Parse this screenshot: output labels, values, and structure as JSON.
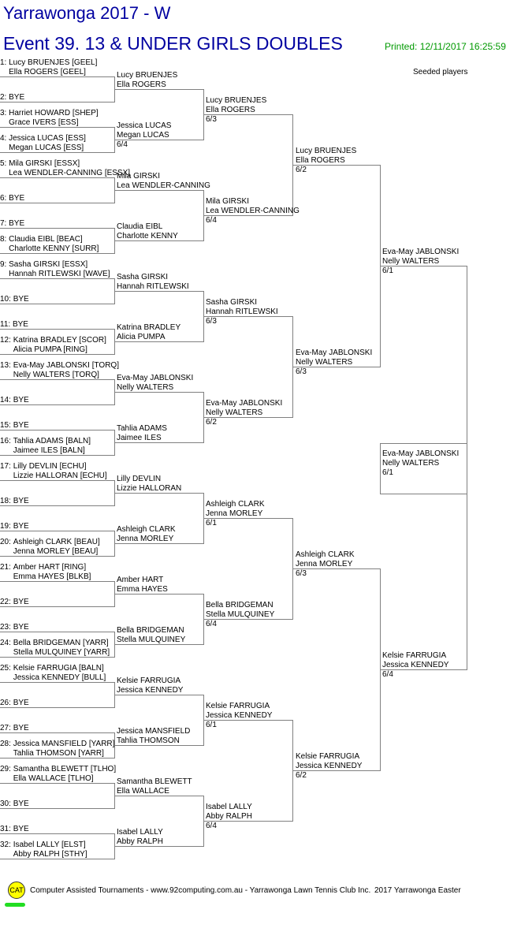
{
  "header": {
    "title": "Yarrawonga  2017 - W",
    "event": "Event 39. 13 & UNDER GIRLS DOUBLES",
    "printed": "Printed: 12/11/2017 16:25:59",
    "seeded_label": "Seeded players"
  },
  "colors": {
    "title": "#0000a0",
    "printed": "#009900",
    "lines": "#808080"
  },
  "rounds": [
    [
      {
        "num": "1: ",
        "p1": "Lucy BRUENJES [GEEL]",
        "p2": "Ella ROGERS [GEEL]"
      },
      {
        "num": "2: ",
        "p1": "BYE"
      },
      {
        "num": "3: ",
        "p1": "Harriet HOWARD [SHEP]",
        "p2": "Grace IVERS [ESS]"
      },
      {
        "num": "4: ",
        "p1": "Jessica LUCAS [ESS]",
        "p2": "Megan LUCAS [ESS]"
      },
      {
        "num": "5: ",
        "p1": "Mila GIRSKI [ESSX]",
        "p2": "Lea WENDLER-CANNING [ESSX]"
      },
      {
        "num": "6: ",
        "p1": "BYE"
      },
      {
        "num": "7: ",
        "p1": "BYE"
      },
      {
        "num": "8: ",
        "p1": "Claudia EIBL [BEAC]",
        "p2": "Charlotte KENNY [SURR]"
      },
      {
        "num": "9: ",
        "p1": "Sasha GIRSKI [ESSX]",
        "p2": "Hannah RITLEWSKI [WAVE]"
      },
      {
        "num": "10: ",
        "p1": "BYE"
      },
      {
        "num": "11: ",
        "p1": "BYE"
      },
      {
        "num": "12: ",
        "p1": "Katrina BRADLEY [SCOR]",
        "p2": "Alicia PUMPA [RING]"
      },
      {
        "num": "13: ",
        "p1": "Eva-May JABLONSKI [TORQ]",
        "p2": "Nelly WALTERS [TORQ]"
      },
      {
        "num": "14: ",
        "p1": "BYE"
      },
      {
        "num": "15: ",
        "p1": "BYE"
      },
      {
        "num": "16: ",
        "p1": "Tahlia ADAMS [BALN]",
        "p2": "Jaimee ILES [BALN]"
      },
      {
        "num": "17: ",
        "p1": "Lilly DEVLIN [ECHU]",
        "p2": "Lizzie HALLORAN [ECHU]"
      },
      {
        "num": "18: ",
        "p1": "BYE"
      },
      {
        "num": "19: ",
        "p1": "BYE"
      },
      {
        "num": "20: ",
        "p1": "Ashleigh CLARK [BEAU]",
        "p2": "Jenna MORLEY [BEAU]"
      },
      {
        "num": "21: ",
        "p1": "Amber HART [RING]",
        "p2": "Emma HAYES [BLKB]"
      },
      {
        "num": "22: ",
        "p1": "BYE"
      },
      {
        "num": "23: ",
        "p1": "BYE"
      },
      {
        "num": "24: ",
        "p1": "Bella BRIDGEMAN [YARR]",
        "p2": "Stella MULQUINEY [YARR]"
      },
      {
        "num": "25: ",
        "p1": "Kelsie FARRUGIA [BALN]",
        "p2": "Jessica KENNEDY [BULL]"
      },
      {
        "num": "26: ",
        "p1": "BYE"
      },
      {
        "num": "27: ",
        "p1": "BYE"
      },
      {
        "num": "28: ",
        "p1": "Jessica MANSFIELD [YARR]",
        "p2": "Tahlia THOMSON [YARR]"
      },
      {
        "num": "29: ",
        "p1": "Samantha BLEWETT [TLHO]",
        "p2": "Ella WALLACE [TLHO]"
      },
      {
        "num": "30: ",
        "p1": "BYE"
      },
      {
        "num": "31: ",
        "p1": "BYE"
      },
      {
        "num": "32: ",
        "p1": "Isabel LALLY [ELST]",
        "p2": "Abby RALPH [STHY]"
      }
    ],
    [
      {
        "p1": "Lucy BRUENJES",
        "p2": "Ella ROGERS"
      },
      {
        "p1": "Jessica LUCAS",
        "p2": "Megan LUCAS",
        "score": "6/4"
      },
      {
        "p1": "Mila GIRSKI",
        "p2": "Lea WENDLER-CANNING"
      },
      {
        "p1": "Claudia EIBL",
        "p2": "Charlotte KENNY"
      },
      {
        "p1": "Sasha GIRSKI",
        "p2": "Hannah RITLEWSKI"
      },
      {
        "p1": "Katrina BRADLEY",
        "p2": "Alicia PUMPA"
      },
      {
        "p1": "Eva-May JABLONSKI",
        "p2": "Nelly WALTERS"
      },
      {
        "p1": "Tahlia ADAMS",
        "p2": "Jaimee ILES"
      },
      {
        "p1": "Lilly DEVLIN",
        "p2": "Lizzie HALLORAN"
      },
      {
        "p1": "Ashleigh CLARK",
        "p2": "Jenna MORLEY"
      },
      {
        "p1": "Amber HART",
        "p2": "Emma HAYES"
      },
      {
        "p1": "Bella BRIDGEMAN",
        "p2": "Stella MULQUINEY"
      },
      {
        "p1": "Kelsie FARRUGIA",
        "p2": "Jessica KENNEDY"
      },
      {
        "p1": "Jessica MANSFIELD",
        "p2": "Tahlia THOMSON"
      },
      {
        "p1": "Samantha BLEWETT",
        "p2": "Ella WALLACE"
      },
      {
        "p1": "Isabel LALLY",
        "p2": "Abby RALPH"
      }
    ],
    [
      {
        "p1": "Lucy BRUENJES",
        "p2": "Ella ROGERS",
        "score": "6/3"
      },
      {
        "p1": "Mila GIRSKI",
        "p2": "Lea WENDLER-CANNING",
        "score": "6/4"
      },
      {
        "p1": "Sasha GIRSKI",
        "p2": "Hannah RITLEWSKI",
        "score": "6/3"
      },
      {
        "p1": "Eva-May JABLONSKI",
        "p2": "Nelly WALTERS",
        "score": "6/2"
      },
      {
        "p1": "Ashleigh CLARK",
        "p2": "Jenna MORLEY",
        "score": "6/1"
      },
      {
        "p1": "Bella BRIDGEMAN",
        "p2": "Stella MULQUINEY",
        "score": "6/4"
      },
      {
        "p1": "Kelsie FARRUGIA",
        "p2": "Jessica KENNEDY",
        "score": "6/1"
      },
      {
        "p1": "Isabel LALLY",
        "p2": "Abby RALPH",
        "score": "6/4"
      }
    ],
    [
      {
        "p1": "Lucy BRUENJES",
        "p2": "Ella ROGERS",
        "score": "6/2"
      },
      {
        "p1": "Eva-May JABLONSKI",
        "p2": "Nelly WALTERS",
        "score": "6/3"
      },
      {
        "p1": "Ashleigh CLARK",
        "p2": "Jenna MORLEY",
        "score": "6/3"
      },
      {
        "p1": "Kelsie FARRUGIA",
        "p2": "Jessica KENNEDY",
        "score": "6/2"
      }
    ],
    [
      {
        "p1": "Eva-May JABLONSKI",
        "p2": "Nelly WALTERS",
        "score": "6/1"
      },
      {
        "p1": "Kelsie FARRUGIA",
        "p2": "Jessica KENNEDY",
        "score": "6/4"
      }
    ]
  ],
  "winner": {
    "p1": "Eva-May JABLONSKI",
    "p2": "Nelly WALTERS",
    "score": "6/1"
  },
  "footer": {
    "logo_text": "CAT",
    "credit": "Computer Assisted Tournaments - www.92computing.com.au -  Yarrawonga Lawn Tennis Club Inc.",
    "tournament": "2017 Yarrawonga Easter"
  }
}
